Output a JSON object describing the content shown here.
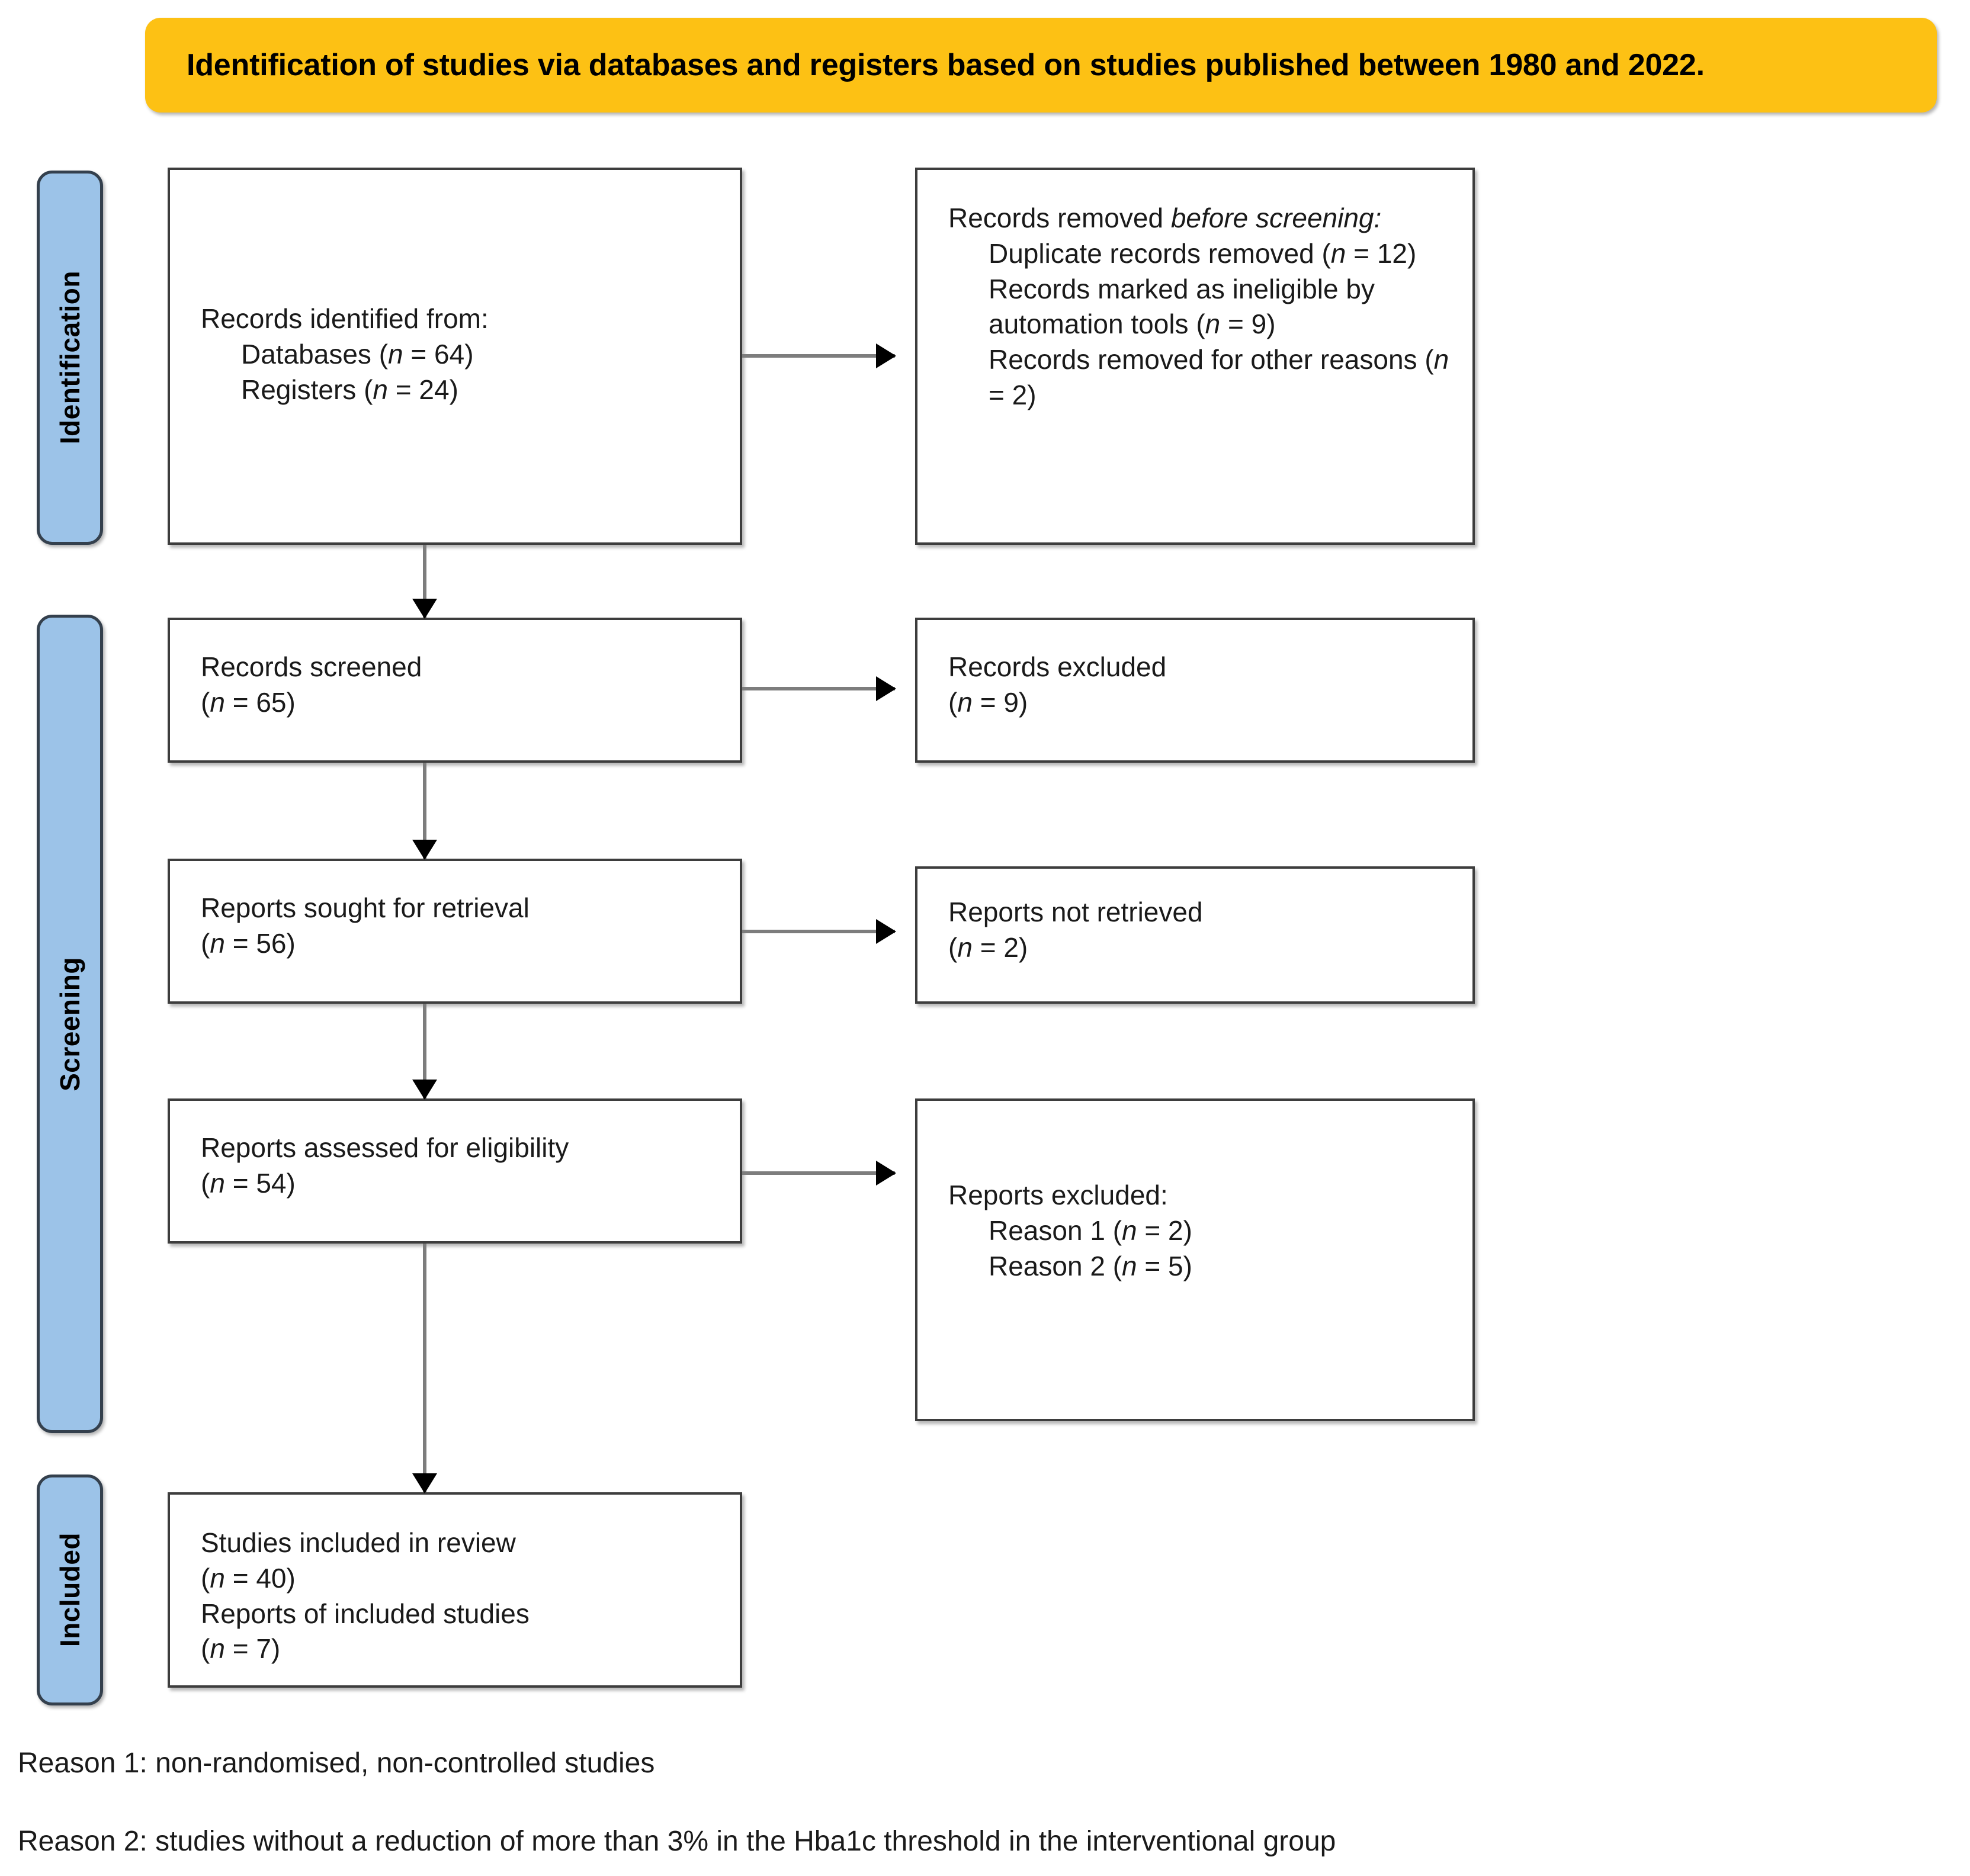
{
  "banner": {
    "title": "Identification of studies via databases and registers based on studies published between 1980 and 2022."
  },
  "stages": [
    {
      "id": "identification",
      "label": "Identification"
    },
    {
      "id": "screening",
      "label": "Screening"
    },
    {
      "id": "included",
      "label": "Included"
    }
  ],
  "boxes": {
    "identified": {
      "line1": "Records identified from:",
      "line2_label": "Databases (",
      "line2_n": "n",
      "line2_val": " = 64)",
      "line3_label": "Registers (",
      "line3_n": "n",
      "line3_val": " = 24)"
    },
    "removed": {
      "title_plain": "Records removed ",
      "title_italic": "before screening",
      "title_colon": ":",
      "item1_a": "Duplicate records removed (",
      "item1_n": "n",
      "item1_b": " = 12)",
      "item2_a": "Records marked as ineligible by automation tools (",
      "item2_n": "n",
      "item2_b": " = 9)",
      "item3_a": "Records removed for other reasons (",
      "item3_n": "n",
      "item3_b": " = 2)"
    },
    "screened": {
      "line1": "Records screened",
      "n": "n",
      "line2": " =  65)"
    },
    "excluded": {
      "line1": "Records excluded",
      "n": "n",
      "line2": " = 9)"
    },
    "sought": {
      "line1": "Reports sought for retrieval",
      "n": "n",
      "line2": " = 56)"
    },
    "notretrieved": {
      "line1": "Reports not retrieved",
      "n": "n",
      "line2": " = 2)"
    },
    "assessed": {
      "line1": "Reports assessed for eligibility",
      "n": "n",
      "line2": " = 54)"
    },
    "repexcluded": {
      "line1": "Reports excluded:",
      "reason1_a": "Reason 1 (",
      "reason1_n": "n",
      "reason1_b": " = 2)",
      "reason2_a": "Reason 2 (",
      "reason2_n": "n",
      "reason2_b": " = 5)"
    },
    "included": {
      "line1": "Studies included in review",
      "n1": "n",
      "line2": " = 40)",
      "line3": "Reports of included studies",
      "n2": "n",
      "line4": " = 7)"
    }
  },
  "footnotes": {
    "reason1": "Reason 1: non-randomised, non-controlled studies",
    "reason2": "Reason 2:  studies without a reduction of more than 3% in the Hba1c threshold in the interventional group"
  },
  "colors": {
    "banner_bg": "#FDC114",
    "stage_bg": "#9CC3E8",
    "stage_border": "#34404D",
    "box_border": "#3D3D3D",
    "connector": "#7D7D7D",
    "arrowhead": "#000000",
    "text": "#1A1A1A"
  }
}
